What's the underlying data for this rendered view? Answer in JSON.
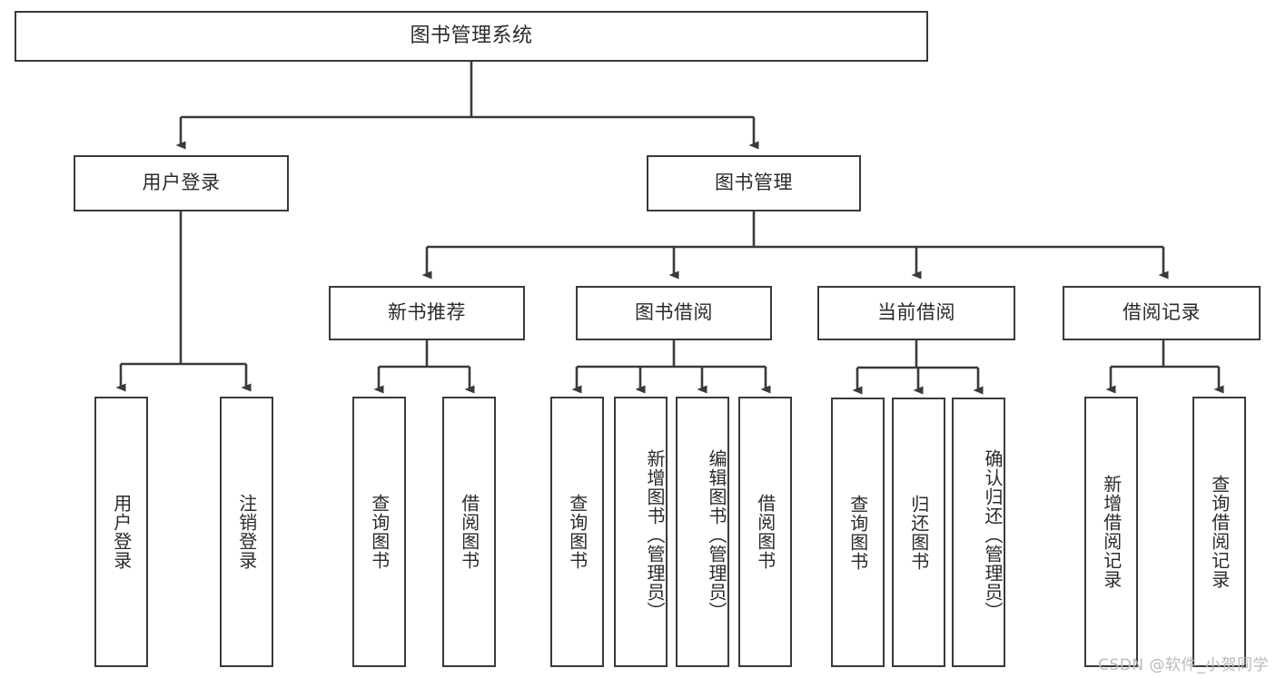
{
  "diagram": {
    "title": "图书管理系统",
    "watermark": "CSDN @软件_小贺同学",
    "line_color": "#3a3a3a",
    "text_color": "#2b2b2b",
    "background": "#ffffff",
    "root": {
      "label": "图书管理系统"
    },
    "level1": [
      {
        "label": "用户登录"
      },
      {
        "label": "图书管理"
      }
    ],
    "level2": [
      {
        "label": "新书推荐"
      },
      {
        "label": "图书借阅"
      },
      {
        "label": "当前借阅"
      },
      {
        "label": "借阅记录"
      }
    ],
    "leaves": {
      "user_login": [
        {
          "label": "用户登录"
        },
        {
          "label": "注销登录"
        }
      ],
      "new_book_recommend": [
        {
          "label": "查询图书"
        },
        {
          "label": "借阅图书"
        }
      ],
      "book_borrow": [
        {
          "label": "查询图书"
        },
        {
          "label": "新增图书（管理员）"
        },
        {
          "label": "编辑图书（管理员）"
        },
        {
          "label": "借阅图书"
        }
      ],
      "current_borrow": [
        {
          "label": "查询图书"
        },
        {
          "label": "归还图书"
        },
        {
          "label": "确认归还（管理员）"
        }
      ],
      "borrow_record": [
        {
          "label": "新增借阅记录"
        },
        {
          "label": "查询借阅记录"
        }
      ]
    }
  }
}
